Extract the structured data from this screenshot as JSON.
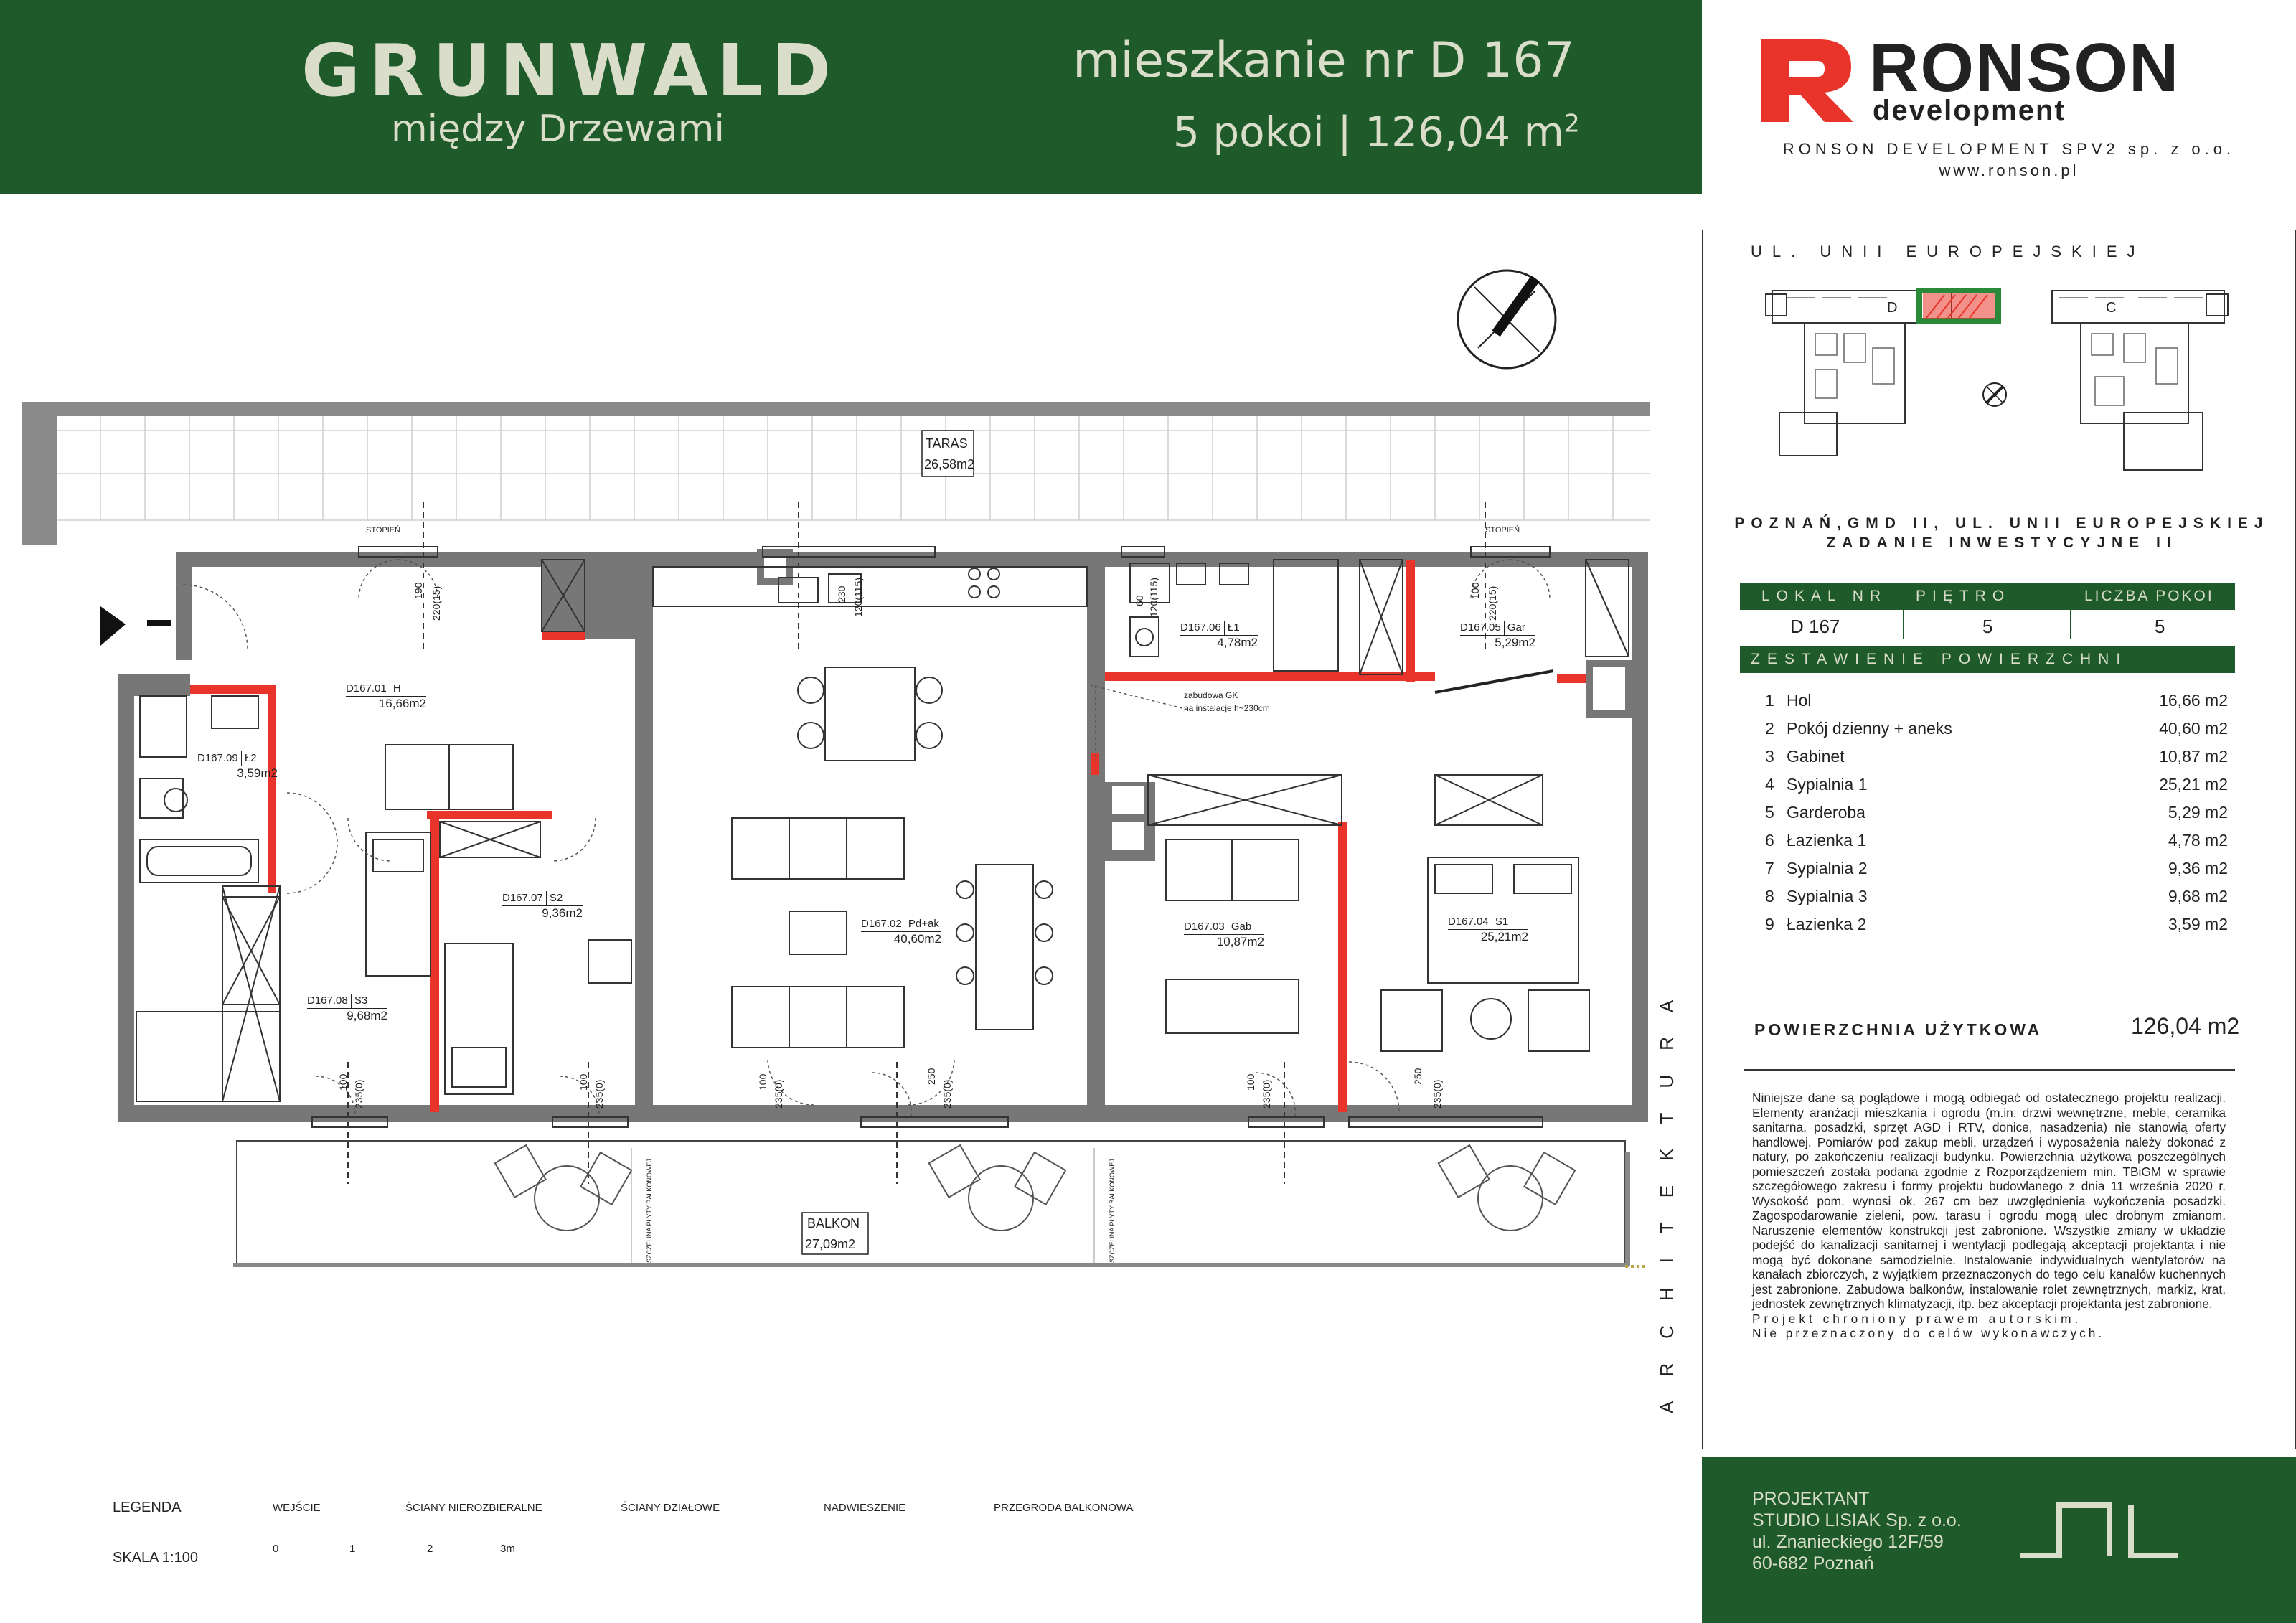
{
  "header": {
    "brand_title": "GRUNWALD",
    "brand_subtitle": "między Drzewami",
    "apartment_title": "mieszkanie nr D 167",
    "apartment_rooms": "5 pokoi | 126,04 m",
    "apartment_sup": "2",
    "background_color": "#1f5a2a"
  },
  "logo": {
    "name": "RONSON",
    "sub": "development",
    "company": "RONSON DEVELOPMENT SPV2 sp. z o.o.",
    "website": "www.ronson.pl",
    "accent_color": "#e8342a"
  },
  "keyplan": {
    "street": "UL. UNII EUROPEJSKIEJ",
    "label_d": "D",
    "label_c": "C",
    "address_line1": "POZNAŃ,GMD II, UL. UNII EUROPEJSKIEJ",
    "address_line2": "ZADANIE INWESTYCYJNE II"
  },
  "info_table": {
    "headers": [
      "LOKAL NR",
      "PIĘTRO",
      "LICZBA POKOI"
    ],
    "values": [
      "D 167",
      "5",
      "5"
    ],
    "summary_header": "ZESTAWIENIE POWIERZCHNI"
  },
  "rooms": [
    {
      "n": "1",
      "name": "Hol",
      "area": "16,66 m2"
    },
    {
      "n": "2",
      "name": "Pokój dzienny + aneks",
      "area": "40,60 m2"
    },
    {
      "n": "3",
      "name": "Gabinet",
      "area": "10,87 m2"
    },
    {
      "n": "4",
      "name": "Sypialnia 1",
      "area": "25,21 m2"
    },
    {
      "n": "5",
      "name": "Garderoba",
      "area": "5,29 m2"
    },
    {
      "n": "6",
      "name": "Łazienka 1",
      "area": "4,78 m2"
    },
    {
      "n": "7",
      "name": "Sypialnia 2",
      "area": "9,36 m2"
    },
    {
      "n": "8",
      "name": "Sypialnia 3",
      "area": "9,68 m2"
    },
    {
      "n": "9",
      "name": "Łazienka 2",
      "area": "3,59 m2"
    }
  ],
  "usable_area": {
    "label": "POWIERZCHNIA UŻYTKOWA",
    "value": "126,04 m2"
  },
  "disclaimer": "Niniejsze dane są poglądowe i mogą odbiegać od ostatecznego projektu realizacji. Elementy aranżacji mieszkania i ogrodu (m.in. drzwi wewnętrzne, meble, ceramika sanitarna, posadzki, sprzęt AGD i RTV, donice, nasadzenia) nie stanowią oferty handlowej. Pomiarów pod zakup mebli, urządzeń i wyposażenia należy dokonać z natury, po zakończeniu realizacji budynku. Powierzchnia użytkowa poszczególnych pomieszczeń została podana zgodnie z Rozporządzeniem min. TBiGM w sprawie szczegółowego zakresu i formy projektu budowlanego z dnia 11 września 2020 r. Wysokość pom. wynosi ok. 267 cm bez uwzględnienia wykończenia posadzki. Zagospodarowanie zieleni, pow. tarasu i ogrodu mogą ulec drobnym zmianom. Naruszenie elementów konstrukcji jest zabronione. Wszystkie zmiany w układzie podejść do kanalizacji sanitarnej i wentylacji podlegają akceptacji projektanta i nie mogą być dokonane samodzielnie. Instalowanie indywidualnych wentylatorów na kanałach zbiorczych, z wyjątkiem przeznaczonych do tego celu kanałów kuchennych jest zabronione. Zabudowa balkonów, instalowanie rolet zewnętrznych, markiz, krat, jednostek zewnętrznych klimatyzacji, itp. bez akceptacji projektanta jest zabronione.",
  "disclaimer_2": "Projekt chroniony prawem autorskim.",
  "disclaimer_3": "Nie przeznaczony do celów wykonawczych.",
  "projektant": {
    "l1": "PROJEKTANT",
    "l2": "STUDIO LISIAK Sp. z o.o.",
    "l3": "ul. Znanieckiego 12F/59",
    "l4": "60-682 Poznań"
  },
  "plan": {
    "taras": {
      "name": "TARAS",
      "area": "26,58m2"
    },
    "balkon": {
      "name": "BALKON",
      "area": "27,09m2"
    },
    "stopien": "STOPIEŃ",
    "zabudowa1": "zabudowa GK",
    "zabudowa2": "na instalacje h~230cm",
    "plyta": "SZCZELINA PŁYTY BALKONOWEJ",
    "architektura": "ARCHITEKTURA",
    "room_labels": [
      {
        "id": "D167.01",
        "code": "H",
        "area": "16,66m2"
      },
      {
        "id": "D167.02",
        "code": "Pd+ak",
        "area": "40,60m2"
      },
      {
        "id": "D167.03",
        "code": "Gab",
        "area": "10,87m2"
      },
      {
        "id": "D167.04",
        "code": "S1",
        "area": "25,21m2"
      },
      {
        "id": "D167.05",
        "code": "Gar",
        "area": "5,29m2"
      },
      {
        "id": "D167.06",
        "code": "Ł1",
        "area": "4,78m2"
      },
      {
        "id": "D167.07",
        "code": "S2",
        "area": "9,36m2"
      },
      {
        "id": "D167.08",
        "code": "S3",
        "area": "9,68m2"
      },
      {
        "id": "D167.09",
        "code": "Ł2",
        "area": "3,59m2"
      }
    ],
    "dims": {
      "d190": "190",
      "d220_15": "220(15)",
      "d230": "230",
      "d120_115": "120(115)",
      "d60": "60",
      "d100": "100",
      "d235_0": "235(0)",
      "d250": "250"
    }
  },
  "legend": {
    "title": "LEGENDA",
    "items": [
      "WEJŚCIE",
      "ŚCIANY NIEROZBIERALNE",
      "ŚCIANY DZIAŁOWE",
      "NADWIESZENIE",
      "PRZEGRODA BALKONOWA"
    ],
    "scale": "SKALA 1:100",
    "ticks": [
      "0",
      "1",
      "2",
      "3m"
    ],
    "colors": {
      "wall": "#777777",
      "partition": "#e8342a",
      "balcony": "#b8a64a"
    }
  }
}
